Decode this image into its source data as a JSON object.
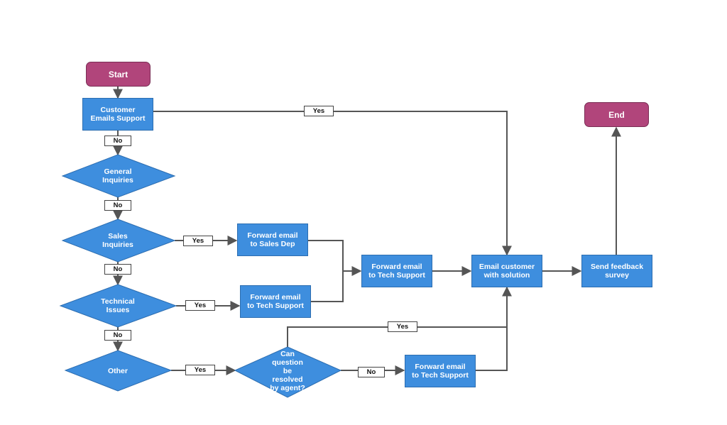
{
  "nodes": {
    "start": "Start",
    "end": "End",
    "customer_emails": "Customer\nEmails Support",
    "general": "General\nInquiries",
    "sales": "Sales\nInquiries",
    "technical": "Technical\nIssues",
    "other": "Other",
    "can_resolve": "Can\nquestion\nbe\nresolved\nby agent?",
    "fwd_sales": "Forward email\nto Sales Dep",
    "fwd_tech_1": "Forward email\nto Tech Support",
    "fwd_tech_2": "Forward email\nto Tech Support",
    "fwd_tech_3": "Forward email\nto Tech Support",
    "email_customer": "Email customer\nwith solution",
    "feedback": "Send feedback\nsurvey"
  },
  "labels": {
    "yes_top": "Yes",
    "no_1": "No",
    "no_2": "No",
    "no_3": "No",
    "no_4": "No",
    "yes_sales": "Yes",
    "yes_tech": "Yes",
    "yes_other": "Yes",
    "yes_resolve": "Yes",
    "no_resolve": "No"
  },
  "colors": {
    "terminal": "#b1457b",
    "process": "#3e8ede",
    "edge": "#555555"
  }
}
